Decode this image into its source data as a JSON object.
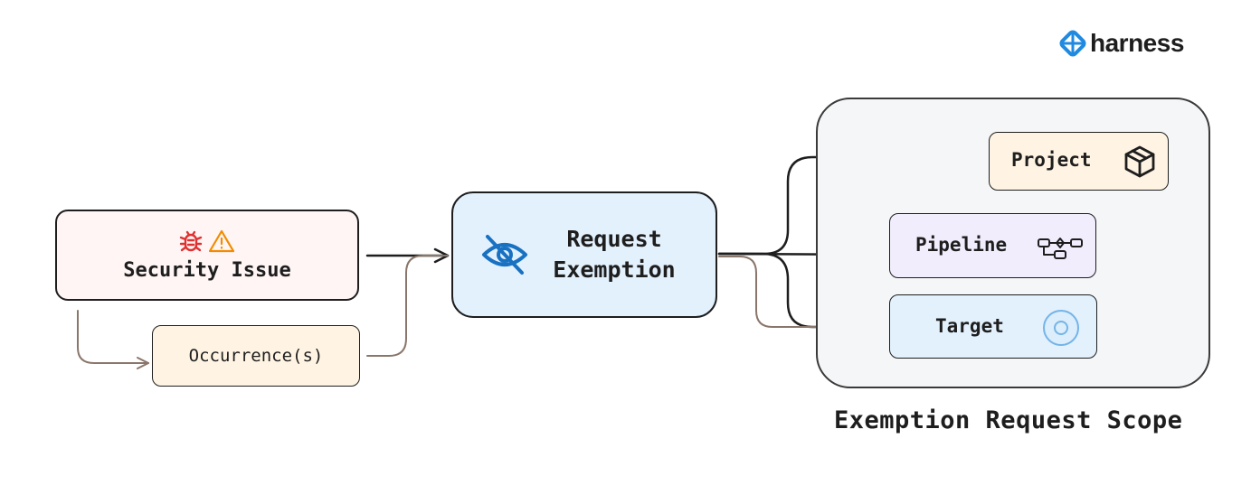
{
  "brand": {
    "name": "harness",
    "color": "#1f8ae0"
  },
  "nodes": {
    "security_issue": {
      "label": "Security Issue",
      "icons": [
        "bug-icon",
        "warning-icon"
      ]
    },
    "occurrences": {
      "label": "Occurrence(s)"
    },
    "request_exemption": {
      "label": "Request\nExemption",
      "icon": "eye-off-icon"
    },
    "scope": {
      "title": "Exemption Request Scope"
    },
    "project": {
      "label": "Project",
      "icon": "box-icon"
    },
    "pipeline": {
      "label": "Pipeline",
      "icon": "pipeline-icon"
    },
    "target": {
      "label": "Target",
      "icon": "target-icon"
    }
  },
  "colors": {
    "edge_dark": "#1e1e1e",
    "edge_brown": "#8a766a",
    "bug": "#e03131",
    "warning": "#f08c00",
    "eye": "#1971c2"
  }
}
